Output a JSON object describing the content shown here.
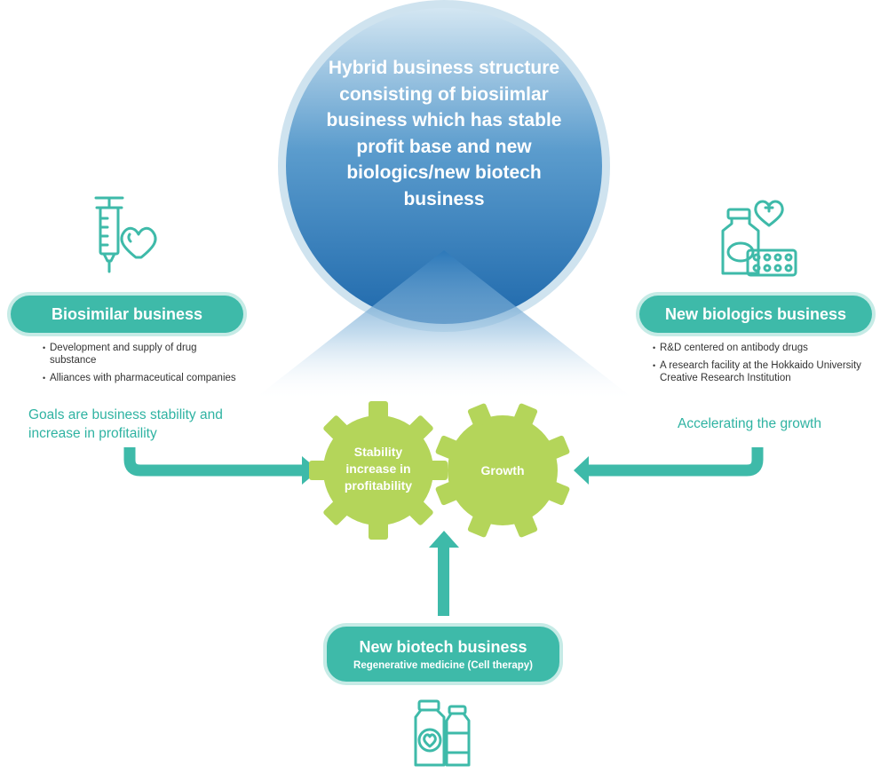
{
  "center_circle": {
    "text": "Hybrid business structure consisting of biosiimlar business which has stable profit base and new biologics/new biotech business"
  },
  "biosimilar": {
    "title": "Biosimilar business",
    "bullets": [
      "Development and supply of drug substance",
      "Alliances with pharmaceutical companies"
    ],
    "goal": "Goals are business stability and increase in profitaility"
  },
  "new_biologics": {
    "title": "New biologics business",
    "bullets": [
      "R&D centered on antibody drugs",
      "A research facility at the Hokkaido University Creative Research Institution"
    ],
    "goal": "Accelerating the growth"
  },
  "new_biotech": {
    "title": "New biotech business",
    "subtitle": "Regenerative medicine (Cell therapy)"
  },
  "gears": {
    "left_label": "Stability increase in profitability",
    "right_label": "Growth"
  },
  "icons": {
    "biosimilar": "syringe-heart-icon",
    "new_biologics": "medicine-bottle-pills-icon",
    "new_biotech": "medicine-bottles-heart-icon"
  },
  "colors": {
    "teal": "#3ebaa9",
    "teal_light": "#c6ebe6",
    "gear_green": "#b4d55a",
    "circle_blue": "#2f7ab9"
  }
}
